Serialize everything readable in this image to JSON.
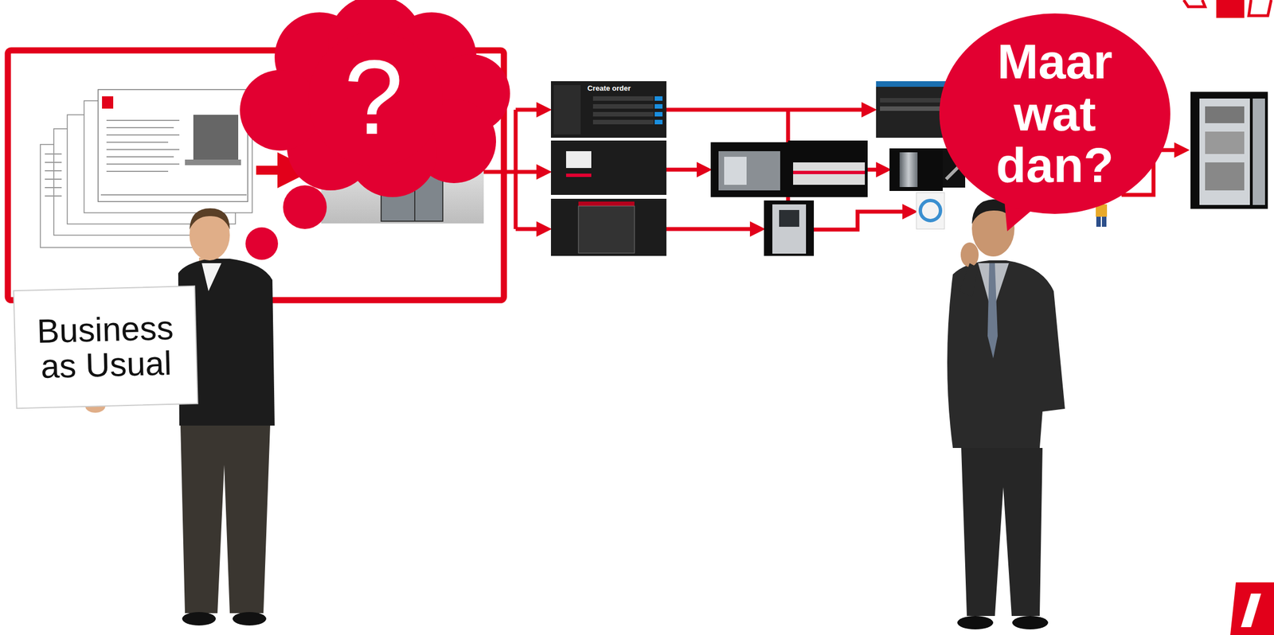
{
  "diagram": {
    "nodes": [
      {
        "text": [
          "?"
        ]
      },
      {
        "text": [
          "Business as Usual"
        ]
      },
      {
        "text": [
          "Maar wat dan?"
        ]
      }
    ],
    "labels": [
      "Create order"
    ]
  }
}
